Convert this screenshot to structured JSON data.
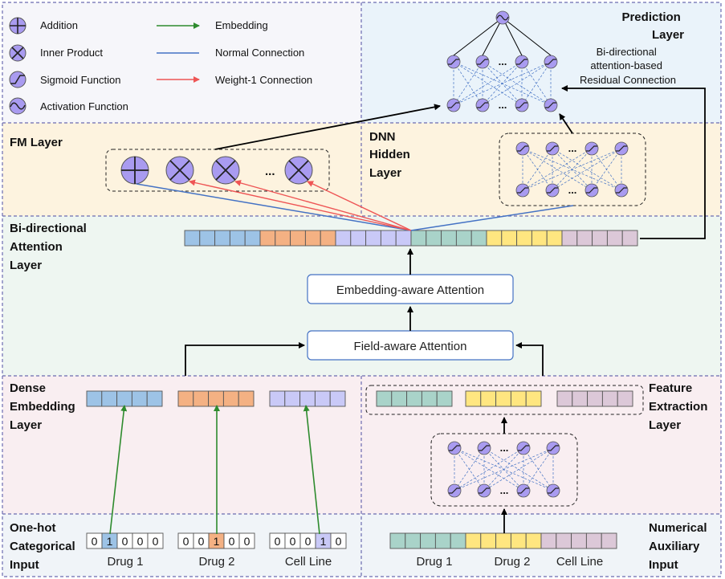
{
  "legend": {
    "addition": "Addition",
    "inner_product": "Inner Product",
    "sigmoid": "Sigmoid Function",
    "activation": "Activation Function",
    "embedding": "Embedding",
    "normal": "Normal Connection",
    "weight1": "Weight-1 Connection"
  },
  "layers": {
    "prediction": [
      "Prediction",
      "Layer"
    ],
    "fm": [
      "FM Layer"
    ],
    "dnn": [
      "DNN",
      "Hidden",
      "Layer"
    ],
    "bidirectional": [
      "Bi-directional",
      "Attention",
      "Layer"
    ],
    "dense": [
      "Dense",
      "Embedding",
      "Layer"
    ],
    "feature": [
      "Feature",
      "Extraction",
      "Layer"
    ],
    "onehot": [
      "One-hot",
      "Categorical",
      "Input"
    ],
    "numerical": [
      "Numerical",
      "Auxiliary",
      "Input"
    ]
  },
  "residual_note": [
    "Bi-directional",
    "attention-based",
    "Residual Connection"
  ],
  "boxes": {
    "embedding_attention": "Embedding-aware Attention",
    "field_attention": "Field-aware Attention"
  },
  "ellipsis": "...",
  "inputs": {
    "drug1": {
      "bits": [
        "0",
        "1",
        "0",
        "0",
        "0"
      ],
      "label": "Drug 1"
    },
    "drug2": {
      "bits": [
        "0",
        "0",
        "1",
        "0",
        "0"
      ],
      "label": "Drug 2"
    },
    "cell": {
      "bits": [
        "0",
        "0",
        "0",
        "1",
        "0"
      ],
      "label": "Cell Line"
    }
  },
  "aux_labels": [
    "Drug 1",
    "Drug 2",
    "Cell Line"
  ],
  "colors": {
    "blue": "#9dc3e6",
    "orange": "#f4b183",
    "purple": "#c9c9f7",
    "teal": "#a9d3c9",
    "yellow": "#ffe680",
    "mauve": "#dcc8d8",
    "node": "#a99bf0",
    "green_arrow": "#2e8b2e",
    "blue_line": "#4472c4",
    "red_line": "#ee5555"
  }
}
